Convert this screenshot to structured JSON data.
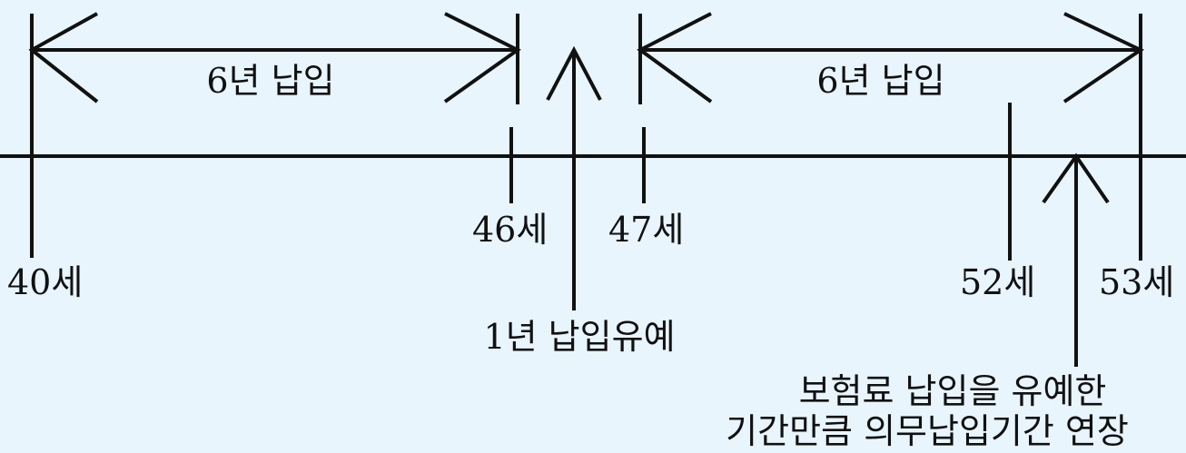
{
  "timeline": {
    "span_labels": {
      "first_period": "6년 납입",
      "second_period": "6년 납입"
    },
    "age_labels": {
      "age_40": "40세",
      "age_46": "46세",
      "age_47": "47세",
      "age_52": "52세",
      "age_53": "53세"
    },
    "callouts": {
      "deferral": "1년 납입유예",
      "extension_line1": "보험료 납입을 유예한",
      "extension_line2": "기간만큼 의무납입기간 연장"
    }
  },
  "colors": {
    "background": "#e8f5fd",
    "line": "#111111"
  }
}
